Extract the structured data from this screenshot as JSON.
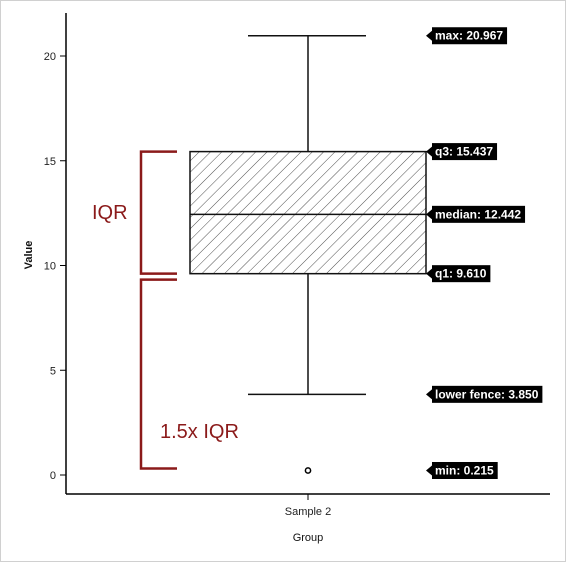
{
  "chart_data": {
    "type": "box",
    "ylabel": "Value",
    "xlabel": "Group",
    "ylim": [
      -1,
      22
    ],
    "y_ticks": [
      0,
      5,
      10,
      15,
      20
    ],
    "categories": [
      "Sample 2"
    ],
    "stats": {
      "max": 20.967,
      "q3": 15.437,
      "median": 12.442,
      "q1": 9.61,
      "lower_fence": 3.85,
      "min": 0.215
    },
    "outliers": [
      0.215
    ],
    "value_labels": [
      {
        "key": "max",
        "text": "max: 20.967"
      },
      {
        "key": "q3",
        "text": "q3: 15.437"
      },
      {
        "key": "median",
        "text": "median: 12.442"
      },
      {
        "key": "q1",
        "text": "q1: 9.610"
      },
      {
        "key": "lower_fence",
        "text": "lower fence: 3.850"
      },
      {
        "key": "min",
        "text": "min: 0.215"
      }
    ],
    "annotations": {
      "iqr": {
        "text": "IQR",
        "from": 9.61,
        "to": 15.437
      },
      "fence_span": {
        "text": "1.5x IQR",
        "from": 0.215,
        "to": 9.61
      }
    },
    "grid": false,
    "legend": "none"
  },
  "colors": {
    "box_stroke": "#111111",
    "hatch": "#222222",
    "annotation": "#8b1a1a",
    "tag_bg": "#000000",
    "tag_text": "#ffffff"
  }
}
